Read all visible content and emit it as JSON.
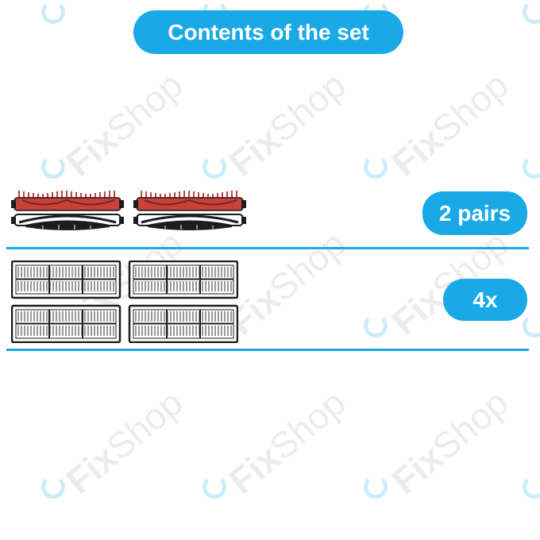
{
  "header": {
    "title": "Contents of the set"
  },
  "items": [
    {
      "icon": "roller-brush-icon",
      "quantity": "2 pairs"
    },
    {
      "icon": "hepa-filter-icon",
      "quantity": "4x"
    }
  ],
  "watermark": {
    "brand_fix": "Fix",
    "brand_shop": "Shop"
  },
  "colors": {
    "accent": "#19a9e6",
    "brush_red": "#c8413a",
    "dark": "#1c1c1c"
  }
}
